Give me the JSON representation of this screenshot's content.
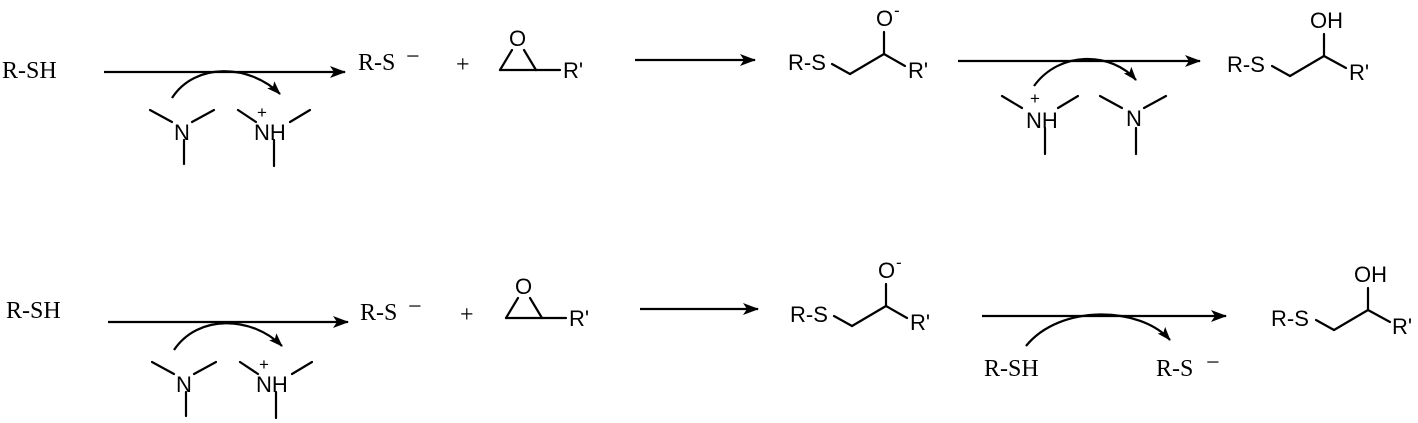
{
  "row1": {
    "thiol": "R-SH",
    "thiolate": "R-S",
    "thiolate_charge": "−",
    "plus": "+",
    "epoxide_o": "O",
    "r_prime": "R'",
    "alkoxide_rs": "R-S",
    "alkoxide_o": "O",
    "alkoxide_charge": "-",
    "alkoxide_rprime": "R'",
    "amine_n": "N",
    "ammonium_nh": "NH",
    "ammonium_charge": "+",
    "step3_ammonium_nh": "NH",
    "step3_ammonium_charge": "+",
    "step3_amine_n": "N",
    "product_oh": "OH",
    "product_rs": "R-S",
    "product_rprime": "R'"
  },
  "row2": {
    "thiol": "R-SH",
    "thiolate": "R-S",
    "thiolate_charge": "−",
    "plus": "+",
    "epoxide_o": "O",
    "r_prime": "R'",
    "alkoxide_rs": "R-S",
    "alkoxide_o": "O",
    "alkoxide_charge": "-",
    "alkoxide_rprime": "R'",
    "amine_n": "N",
    "ammonium_nh": "NH",
    "ammonium_charge": "+",
    "step3_thiol": "R-SH",
    "step3_thiolate": "R-S",
    "step3_thiolate_charge": "−",
    "product_oh": "OH",
    "product_rs": "R-S",
    "product_rprime": "R'"
  }
}
